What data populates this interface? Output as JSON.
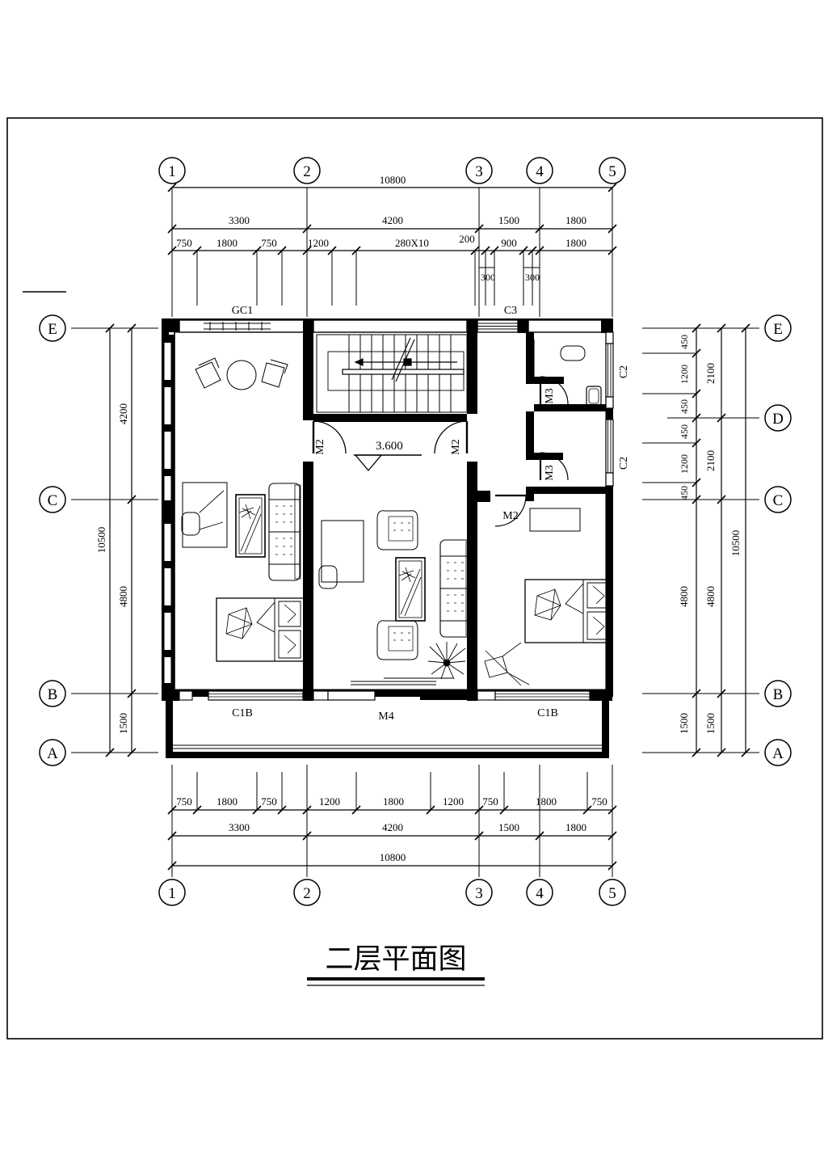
{
  "drawing": {
    "title": "二层平面图",
    "level_marker": "3.600",
    "sheet_border": true
  },
  "grid": {
    "vertical_labels": [
      "1",
      "2",
      "3",
      "4",
      "5"
    ],
    "horizontal_labels_left": [
      "E",
      "C",
      "B",
      "A"
    ],
    "horizontal_labels_right": [
      "E",
      "D",
      "C",
      "B",
      "A"
    ]
  },
  "dimensions": {
    "top_overall": "10800",
    "top_bay": [
      "3300",
      "4200",
      "1500",
      "1800"
    ],
    "top_detail": [
      "750",
      "1800",
      "750",
      "1200",
      "280X10",
      "200",
      "900",
      "1800"
    ],
    "top_detail_small": [
      "300",
      "300"
    ],
    "bottom_detail": [
      "750",
      "1800",
      "750",
      "1200",
      "1800",
      "1200",
      "750",
      "1800",
      "750"
    ],
    "bottom_bay": [
      "3300",
      "4200",
      "1500",
      "1800"
    ],
    "bottom_overall": "10800",
    "left_bay": [
      "4200",
      "4800",
      "1500"
    ],
    "left_overall": "10500",
    "right_detail": [
      "450",
      "1200",
      "450",
      "450",
      "1200",
      "450"
    ],
    "right_mid": [
      "2100",
      "2100",
      "4800",
      "1500"
    ],
    "right_bay": [
      "4800",
      "1500"
    ],
    "right_overall": "10500"
  },
  "openings": {
    "gc1": "GC1",
    "c3": "C3",
    "c2_upper": "C2",
    "c2_lower": "C2",
    "c1b_left": "C1B",
    "c1b_right": "C1B",
    "m4": "M4",
    "m2_a": "M2",
    "m2_b": "M2",
    "m2_c": "M2",
    "m3_a": "M3",
    "m3_b": "M3"
  }
}
